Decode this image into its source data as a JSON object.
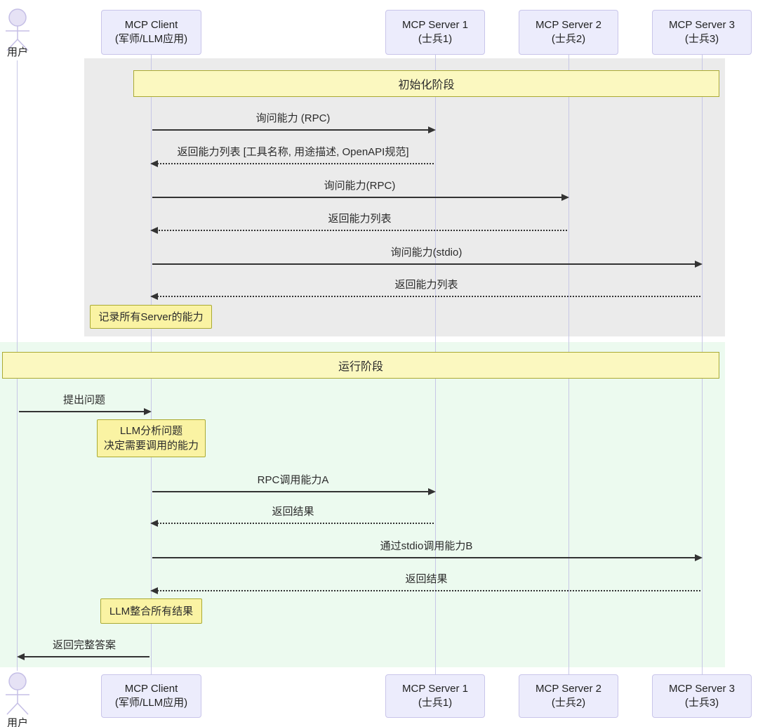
{
  "diagram": {
    "type": "sequence-diagram",
    "actors": {
      "user": {
        "label": "用户"
      },
      "client": {
        "line1": "MCP Client",
        "line2": "(军师/LLM应用)"
      },
      "server1": {
        "line1": "MCP Server 1",
        "line2": "(士兵1)"
      },
      "server2": {
        "line1": "MCP Server 2",
        "line2": "(士兵2)"
      },
      "server3": {
        "line1": "MCP Server 3",
        "line2": "(士兵3)"
      }
    },
    "phases": [
      {
        "label": "初始化阶段"
      },
      {
        "label": "运行阶段"
      }
    ],
    "messages": [
      {
        "label": "询问能力 (RPC)",
        "from": "client",
        "to": "server1",
        "line": "solid"
      },
      {
        "label": "返回能力列表 [工具名称, 用途描述, OpenAPI规范]",
        "from": "server1",
        "to": "client",
        "line": "dotted"
      },
      {
        "label": "询问能力(RPC)",
        "from": "client",
        "to": "server2",
        "line": "solid"
      },
      {
        "label": "返回能力列表",
        "from": "server2",
        "to": "client",
        "line": "dotted"
      },
      {
        "label": "询问能力(stdio)",
        "from": "client",
        "to": "server3",
        "line": "solid"
      },
      {
        "label": "返回能力列表",
        "from": "server3",
        "to": "client",
        "line": "dotted"
      },
      {
        "label": "提出问题",
        "from": "user",
        "to": "client",
        "line": "solid"
      },
      {
        "label": "RPC调用能力A",
        "from": "client",
        "to": "server1",
        "line": "solid"
      },
      {
        "label": "返回结果",
        "from": "server1",
        "to": "client",
        "line": "dotted"
      },
      {
        "label": "通过stdio调用能力B",
        "from": "client",
        "to": "server3",
        "line": "solid"
      },
      {
        "label": "返回结果",
        "from": "server3",
        "to": "client",
        "line": "dotted"
      },
      {
        "label": "返回完整答案",
        "from": "client",
        "to": "user",
        "line": "solid"
      }
    ],
    "notes": [
      {
        "label": "记录所有Server的能力"
      },
      {
        "line1": "LLM分析问题",
        "line2": "决定需要调用的能力"
      },
      {
        "label": "LLM整合所有结果"
      }
    ],
    "colors": {
      "phase_band_fill": "#FBF8C0",
      "phase_band_border": "#AAAA33",
      "note_fill": "#FAF3A3",
      "actor_box_fill": "#ECECFC",
      "actor_box_border": "#C9C5EA",
      "init_phase_bg": "#EBEBEB",
      "run_phase_bg": "#ECFAEF",
      "lifeline": "#C7C7E6",
      "arrow": "#333333"
    }
  }
}
